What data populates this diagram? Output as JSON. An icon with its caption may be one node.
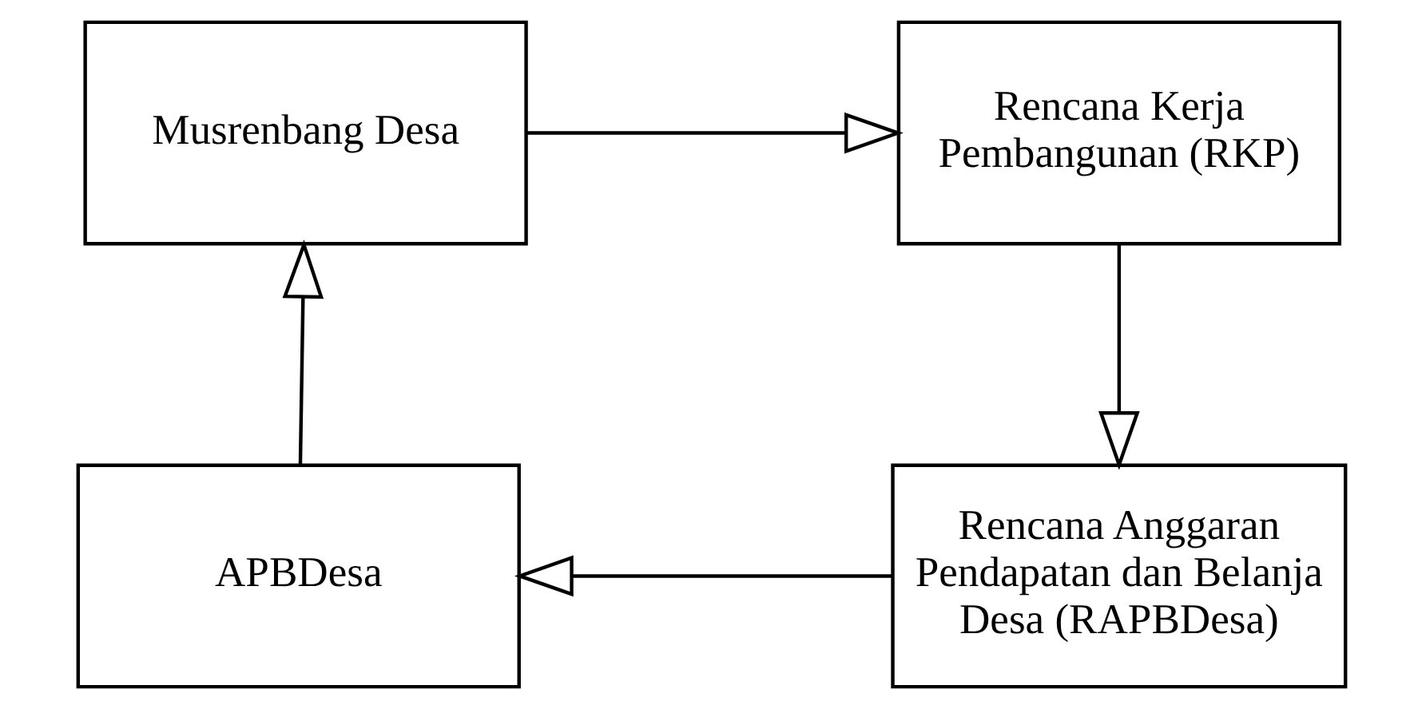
{
  "diagram": {
    "nodes": [
      {
        "text": [
          "Musrenbang Desa"
        ]
      },
      {
        "text": [
          "Rencana Kerja Pembangunan (RKP)"
        ]
      },
      {
        "text": [
          "Rencana Anggaran Pendapatan dan Belanja Desa (RAPBDesa)"
        ]
      },
      {
        "text": [
          "APBDesa"
        ]
      }
    ],
    "edges": [
      {
        "from": 0,
        "to": 1,
        "arrow": "to"
      },
      {
        "from": 1,
        "to": 2,
        "arrow": "to"
      },
      {
        "from": 2,
        "to": 3,
        "arrow": "to"
      },
      {
        "from": 3,
        "to": 0,
        "arrow": "to"
      }
    ]
  }
}
